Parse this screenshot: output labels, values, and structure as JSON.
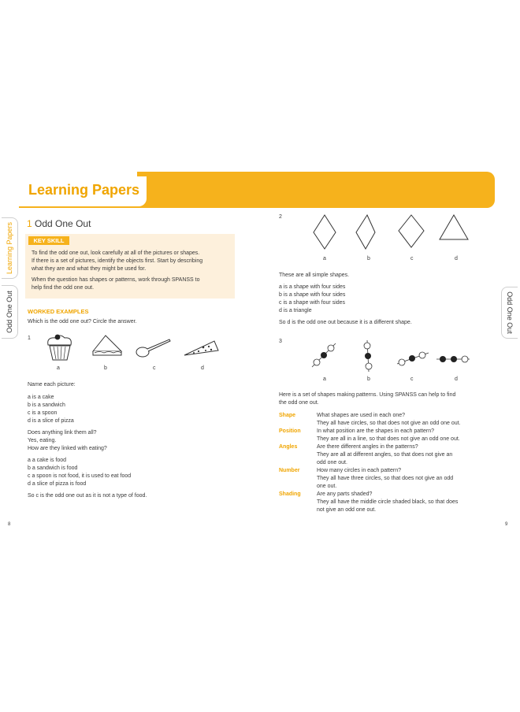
{
  "header": {
    "section_title": "Learning Papers"
  },
  "side_tabs": {
    "left_top": "Learning Papers",
    "left_bottom": "Odd One Out",
    "right": "Odd One Out"
  },
  "page_numbers": {
    "left": "8",
    "right": "9"
  },
  "left": {
    "chapter_number": "1",
    "chapter_title": "Odd One Out",
    "key_skill": {
      "label": "KEY SKILL",
      "para1_lines": [
        "To find the odd one out, look carefully at all of the pictures or shapes.",
        "If there is a set of pictures, identify the objects first. Start by describing",
        "what they are and what they might be used for."
      ],
      "para2_lines": [
        "When the question has shapes or patterns, work through SPANSS to",
        "help find the odd one out."
      ]
    },
    "worked_examples": {
      "heading": "WORKED EXAMPLES",
      "instruction": "Which is the odd one out? Circle the answer.",
      "q_number": "1",
      "picture_labels": [
        "a",
        "b",
        "c",
        "d"
      ],
      "lines_block1": [
        "Name each picture:"
      ],
      "lines_block2": [
        "a is a cake",
        "b is a sandwich",
        "c is a spoon",
        "d is a slice of pizza"
      ],
      "lines_block3": [
        "Does anything link them all?",
        "Yes, eating.",
        "How are they linked with eating?"
      ],
      "lines_block4": [
        "a a cake is food",
        "b a sandwich is food",
        "c a spoon is not food, it is used to eat food",
        "d a slice of pizza is food"
      ],
      "conclusion": "So c is the odd one out as it is not a type of food."
    }
  },
  "right": {
    "q2": {
      "number": "2",
      "labels": [
        "a",
        "b",
        "c",
        "d"
      ],
      "intro": "These are all simple shapes.",
      "lines": [
        "a is a shape with four sides",
        "b is a shape with four sides",
        "c is a shape with four sides",
        "d is a triangle"
      ],
      "conclusion": "So d is the odd one out because it is a different shape."
    },
    "q3": {
      "number": "3",
      "labels": [
        "a",
        "b",
        "c",
        "d"
      ],
      "intro_lines": [
        "Here is a set of shapes making patterns. Using SPANSS can help to find",
        "the odd one out."
      ],
      "spanss": [
        {
          "term": "Shape",
          "lines": [
            "What shapes are used in each one?",
            "They all have circles, so that does not give an odd one out."
          ]
        },
        {
          "term": "Position",
          "lines": [
            "In what position are the shapes in each pattern?",
            "They are all in a line, so that does not give an odd one out."
          ]
        },
        {
          "term": "Angles",
          "lines": [
            "Are there different angles in the patterns?",
            "They are all at different angles, so that does not give an",
            "odd one out."
          ]
        },
        {
          "term": "Number",
          "lines": [
            "How many circles in each pattern?",
            "They all have three circles, so that does not give an odd",
            "one out."
          ]
        },
        {
          "term": "Shading",
          "lines": [
            "Are any parts shaded?",
            "They all have the middle circle shaded black, so that does",
            "not give an odd one out."
          ]
        }
      ]
    }
  }
}
